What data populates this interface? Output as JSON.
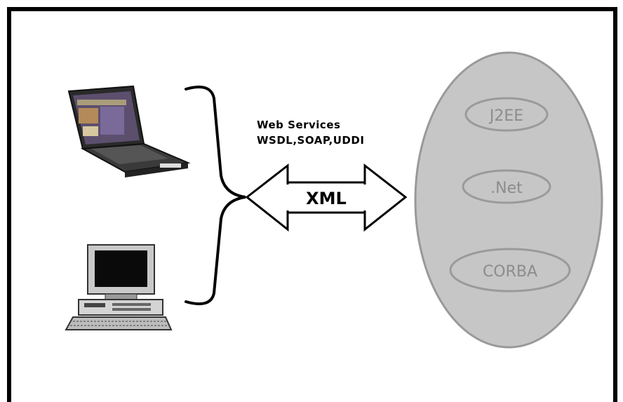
{
  "labels": {
    "web_services_title": "Web Services",
    "protocols": "WSDL,SOAP,UDDI",
    "exchange_format": "XML"
  },
  "platforms": [
    "J2EE",
    ".Net",
    "CORBA"
  ],
  "icons": {
    "client_1": "laptop-icon",
    "client_2": "desktop-computer-icon"
  },
  "colors": {
    "ellipse_fill": "#c6c6c6",
    "ellipse_stroke": "#999999",
    "platform_text": "#8c8c8c",
    "line": "#000000"
  }
}
